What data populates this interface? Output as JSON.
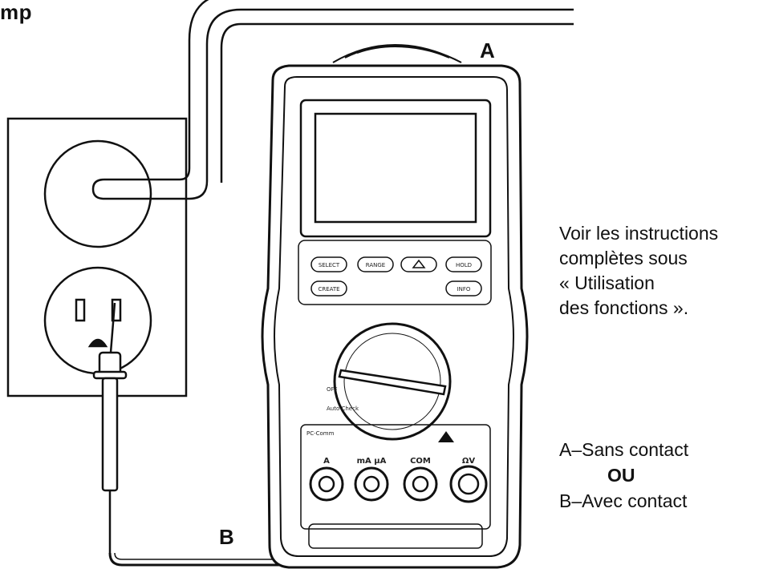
{
  "heading": "mp",
  "labels": {
    "a": "A",
    "b": "B"
  },
  "note_lines": [
    "Voir les instructions",
    "complètes sous",
    "« Utilisation",
    "des fonctions »."
  ],
  "modes": {
    "a": "A–Sans contact",
    "or": "OU",
    "b": "B–Avec contact"
  },
  "meter": {
    "buttons": [
      "SELECT",
      "RANGE",
      "HOLD",
      "CREATE",
      "INFO"
    ],
    "dial_labels": [
      "OFF",
      "Auto Check"
    ],
    "port_labels": [
      "A",
      "mA µA",
      "COM",
      "ΩV"
    ],
    "port_note": "PC-Comm"
  }
}
